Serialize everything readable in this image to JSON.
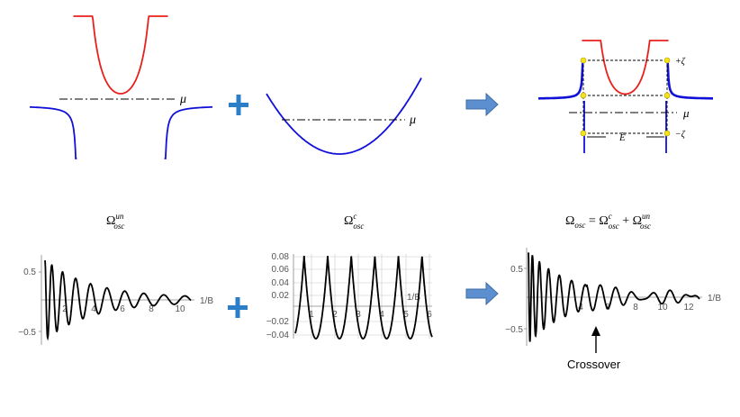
{
  "colors": {
    "red_branch": "#e8201c",
    "blue_branch": "#1010d8",
    "plus": "#2a7fc8",
    "arrow_fill": "#5b8fcf",
    "arrow_stroke": "#3f6ea6",
    "marker": "#f4e21a",
    "curve": "#000000",
    "grid": "#c8c8c8"
  },
  "icons": {
    "plus_symbol": "plus-icon",
    "result_arrow": "right-arrow-icon",
    "crossover_arrow": "up-arrow-icon",
    "yellow_marker": "circle-marker-icon"
  },
  "top_row": {
    "band_panel": {
      "mu_label": "μ"
    },
    "parabola_panel": {
      "mu_label": "μ"
    },
    "combined_panel": {
      "mu_label": "μ",
      "plus_zeta": "+ζ",
      "minus_zeta": "−ζ",
      "e_tilde": "Ẽ"
    }
  },
  "bottom_row": {
    "left_plot": {
      "title_base": "Ω",
      "title_sup": "un",
      "title_sub": "osc",
      "x_label": "1/B",
      "x_ticks": [
        "2",
        "4",
        "6",
        "8",
        "10"
      ],
      "y_ticks": [
        "0.5",
        "−0.5"
      ]
    },
    "middle_plot": {
      "title_base": "Ω",
      "title_sup": "c",
      "title_sub": "osc",
      "x_label": "1/B",
      "x_ticks": [
        "1",
        "2",
        "3",
        "4",
        "5",
        "6"
      ],
      "y_ticks": [
        "0.08",
        "0.06",
        "0.04",
        "0.02",
        "−0.02",
        "−0.04"
      ]
    },
    "right_plot": {
      "title_lhs_base": "Ω",
      "title_lhs_sub": "osc",
      "title_eq": " = ",
      "title_t1_base": "Ω",
      "title_t1_sup": "c",
      "title_t1_sub": "osc",
      "title_plus": " + ",
      "title_t2_base": "Ω",
      "title_t2_sup": "un",
      "title_t2_sub": "osc",
      "x_label": "1/B",
      "x_ticks": [
        "4",
        "6",
        "8",
        "10",
        "12"
      ],
      "y_ticks": [
        "0.5",
        "−0.5"
      ],
      "annotation": "Crossover"
    }
  }
}
